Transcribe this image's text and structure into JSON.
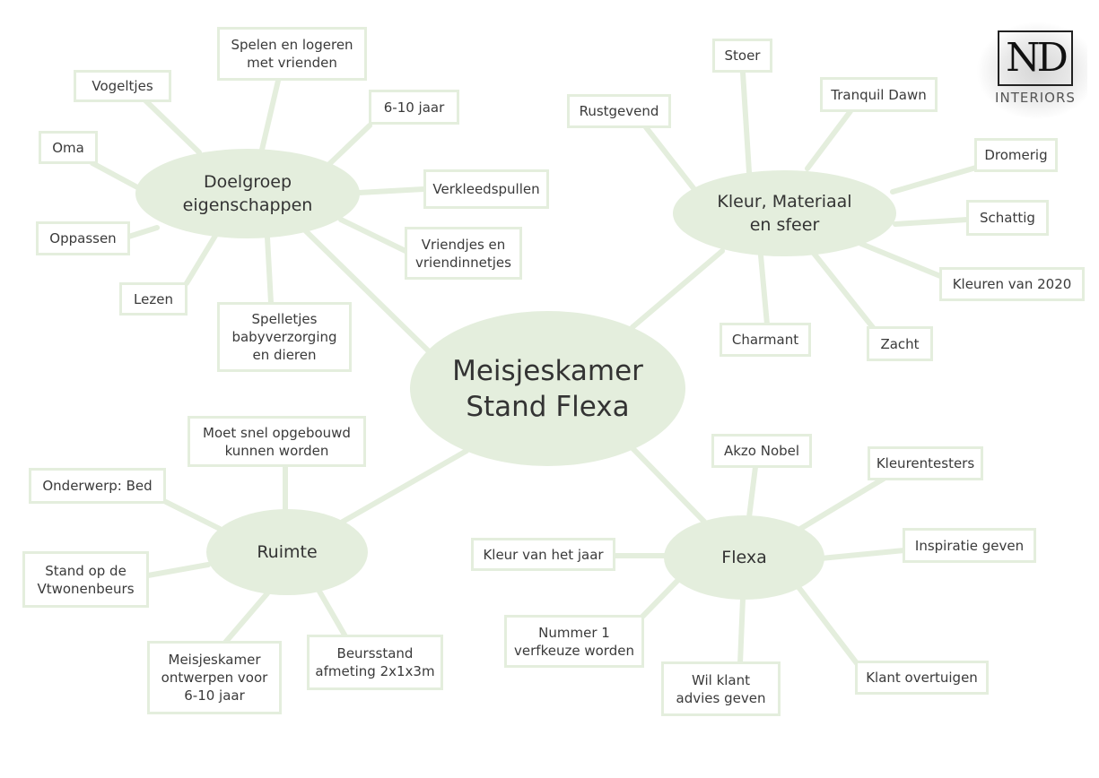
{
  "central": "Meisjeskamer\nStand Flexa",
  "groups": {
    "doelgroep": "Doelgroep\neigenschappen",
    "kleur": "Kleur, Materiaal\nen sfeer",
    "ruimte": "Ruimte",
    "flexa": "Flexa"
  },
  "doelgroep_items": [
    "Spelen en logeren\nmet vrienden",
    "Vogeltjes",
    "6-10 jaar",
    "Oma",
    "Verkleedspullen",
    "Oppassen",
    "Vriendjes en\nvriendinnetjes",
    "Lezen",
    "Spelletjes\nbabyverzorging\nen dieren"
  ],
  "kleur_items": [
    "Stoer",
    "Tranquil Dawn",
    "Rustgevend",
    "Dromerig",
    "Schattig",
    "Kleuren van 2020",
    "Charmant",
    "Zacht"
  ],
  "ruimte_items": [
    "Moet snel opgebouwd\nkunnen worden",
    "Onderwerp: Bed",
    "Stand op de\nVtwonenbeurs",
    "Meisjeskamer\nontwerpen voor\n6-10 jaar",
    "Beursstand\nafmeting 2x1x3m"
  ],
  "flexa_items": [
    "Akzo Nobel",
    "Kleurentesters",
    "Kleur van het jaar",
    "Inspiratie geven",
    "Nummer 1\nverfkeuze worden",
    "Wil klant\nadvies geven",
    "Klant overtuigen"
  ],
  "logo": {
    "monogram": "ND",
    "word": "INTERIORS"
  },
  "colors": {
    "node_fill": "#e4eedd",
    "line": "#e4eedd",
    "box_border": "#e4eedd",
    "text": "#3a3a3a"
  }
}
